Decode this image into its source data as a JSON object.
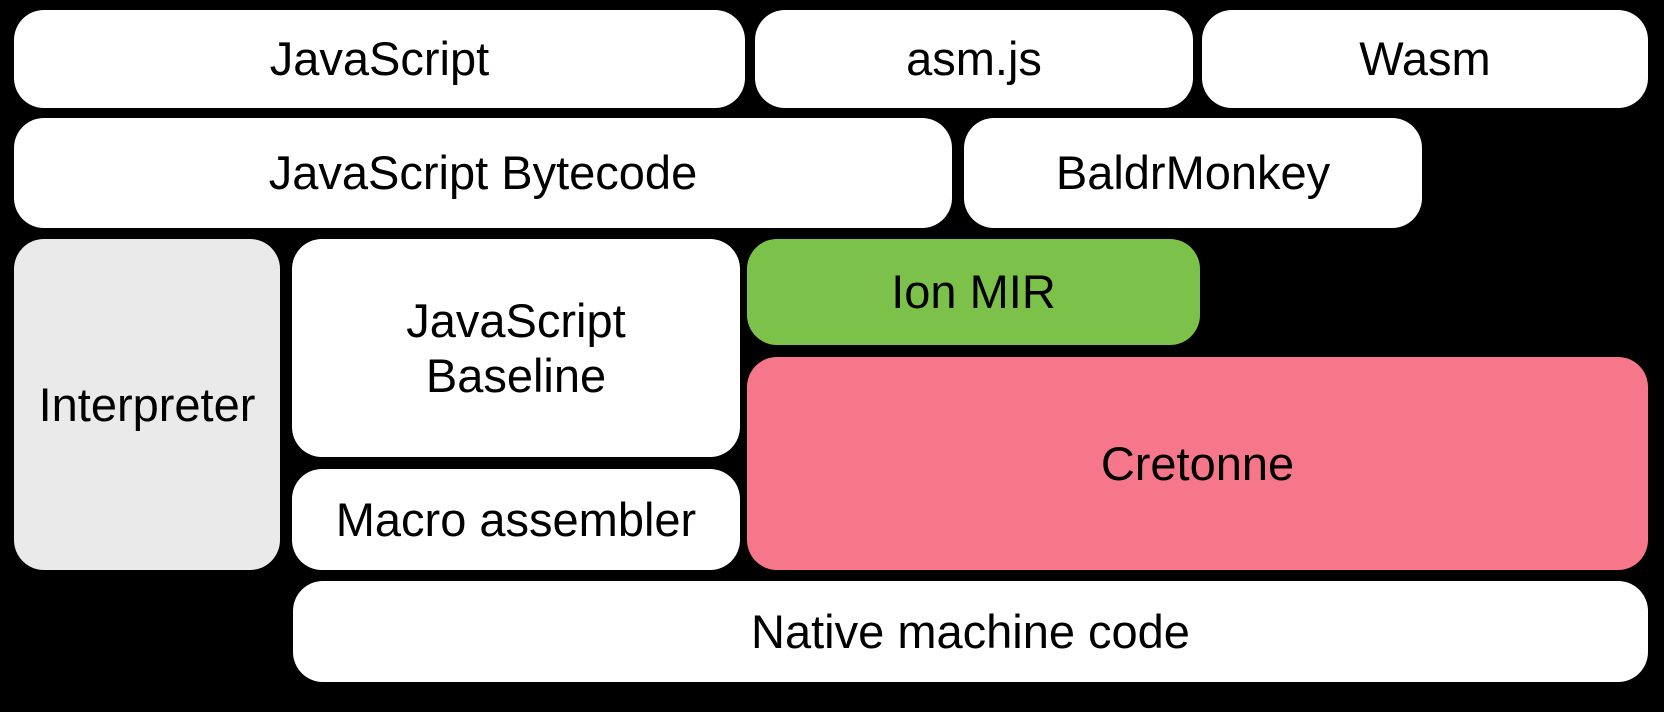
{
  "diagram": {
    "background_color": "#000000",
    "text_color": "#000000",
    "boxes": [
      {
        "id": "javascript",
        "label": "JavaScript",
        "color": "#ffffff"
      },
      {
        "id": "asm-js",
        "label": "asm.js",
        "color": "#ffffff"
      },
      {
        "id": "wasm",
        "label": "Wasm",
        "color": "#ffffff"
      },
      {
        "id": "javascript-bytecode",
        "label": "JavaScript Bytecode",
        "color": "#ffffff"
      },
      {
        "id": "baldrmonkey",
        "label": "BaldrMonkey",
        "color": "#ffffff"
      },
      {
        "id": "interpreter",
        "label": "Interpreter",
        "color": "#eaeaea"
      },
      {
        "id": "javascript-baseline",
        "label": "JavaScript\nBaseline",
        "color": "#ffffff"
      },
      {
        "id": "ion-mir",
        "label": "Ion MIR",
        "color": "#7cc24a"
      },
      {
        "id": "cretonne",
        "label": "Cretonne",
        "color": "#f7778a"
      },
      {
        "id": "macro-assembler",
        "label": "Macro assembler",
        "color": "#ffffff"
      },
      {
        "id": "native-machine-code",
        "label": "Native machine code",
        "color": "#ffffff"
      }
    ]
  }
}
